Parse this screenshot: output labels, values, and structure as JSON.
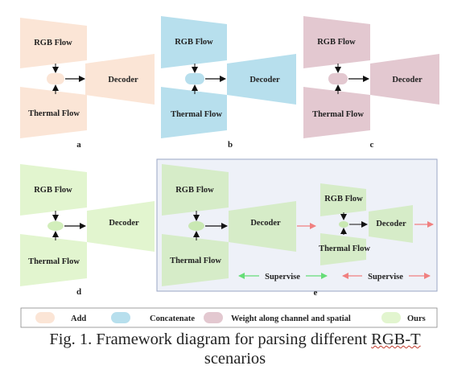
{
  "labels": {
    "rgb": "RGB Flow",
    "thermal": "Thermal Flow",
    "decoder": "Decoder",
    "supervise": "Supervise"
  },
  "panels": [
    "a",
    "b",
    "c",
    "d",
    "e"
  ],
  "legend": {
    "items": [
      {
        "name": "Add",
        "color": "#fbe5d6"
      },
      {
        "name": "Concatenate",
        "color": "#b7dfed"
      },
      {
        "name": "Weight along channel and spatial",
        "color": "#e3c8d0"
      },
      {
        "name": "Ours",
        "color": "#e2f5cf"
      }
    ]
  },
  "colors": {
    "add": "#fbe5d6",
    "concat": "#b7dfed",
    "weight": "#e3c8d0",
    "ours": "#e2f5cf",
    "ours_shaded": "#d6ecc8",
    "panel_e_bg": "#eef1f8",
    "supervise_green": "#66dd77",
    "supervise_red": "#f08080"
  },
  "caption": {
    "line1_prefix": "Fig. 1. Framework diagram for parsing different ",
    "line1_err": "RGB-T",
    "line2": "scenarios"
  }
}
